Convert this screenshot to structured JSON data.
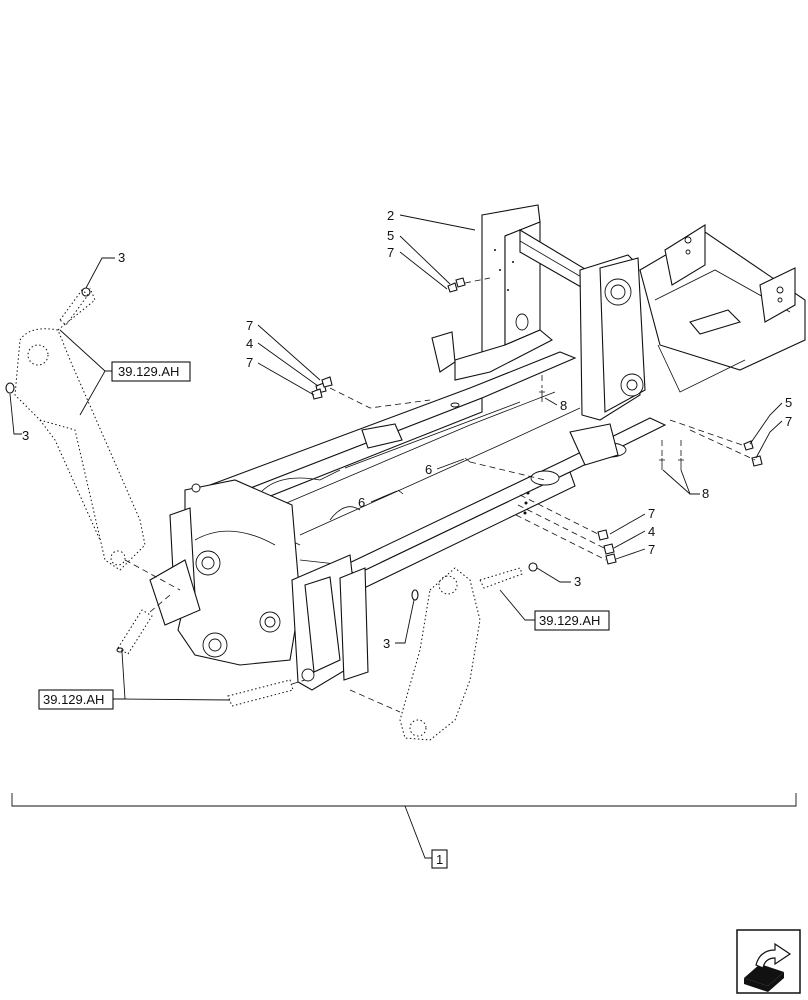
{
  "diagram": {
    "callouts": {
      "c2": "2",
      "c5a": "5",
      "c7a": "7",
      "c7b": "7",
      "c4a": "4",
      "c7c": "7",
      "c3a": "3",
      "c3b": "3",
      "c3c": "3",
      "c3d": "3",
      "c8a": "8",
      "c8b": "8",
      "c6a": "6",
      "c6b": "6",
      "c5b": "5",
      "c7d": "7",
      "c7e": "7",
      "c4b": "4",
      "c7f": "7"
    },
    "refs": {
      "ref_left_upper": "39.129.AH",
      "ref_right": "39.129.AH",
      "ref_left_lower": "39.129.AH"
    },
    "assembly": {
      "item": "1"
    },
    "icons": {
      "next_page": "navigation-arrow-icon"
    }
  }
}
